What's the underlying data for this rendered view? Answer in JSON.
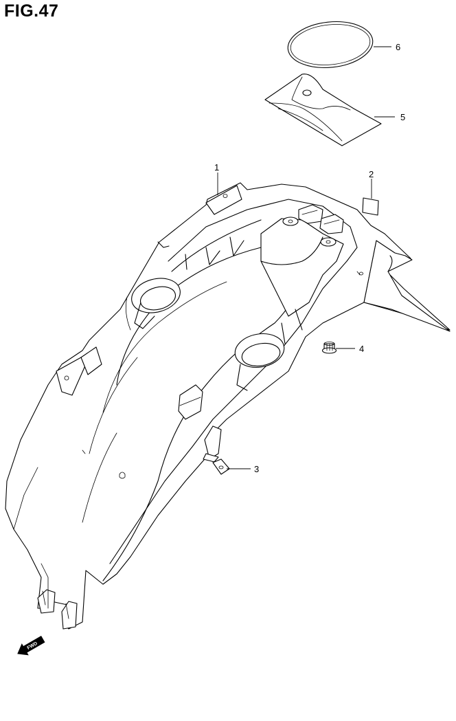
{
  "figure": {
    "title": "FIG.47"
  },
  "callouts": [
    {
      "id": "1",
      "label": "1"
    },
    {
      "id": "2",
      "label": "2"
    },
    {
      "id": "3",
      "label": "3"
    },
    {
      "id": "4",
      "label": "4"
    },
    {
      "id": "5",
      "label": "5"
    },
    {
      "id": "6",
      "label": "6"
    }
  ],
  "fwd_arrow": {
    "label": "FWD"
  }
}
